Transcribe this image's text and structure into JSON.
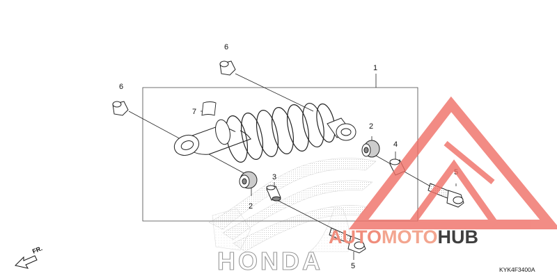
{
  "diagram": {
    "drawing_code": "KYK4F3400A",
    "direction_label": "FR.",
    "brand_watermark": "HONDA",
    "callouts": {
      "c1": "1",
      "c2a": "2",
      "c2b": "2",
      "c3": "3",
      "c4": "4",
      "c5a": "5",
      "c5b": "5",
      "c6a": "6",
      "c6b": "6",
      "c7": "7"
    }
  },
  "watermark": {
    "segments": [
      "AUTO",
      "MOTO",
      "HUB"
    ],
    "colors": {
      "auto": "#f08d7c",
      "moto": "#f3a58f",
      "hub": "#3f3f3f",
      "triangle": "#ef6f66"
    }
  }
}
